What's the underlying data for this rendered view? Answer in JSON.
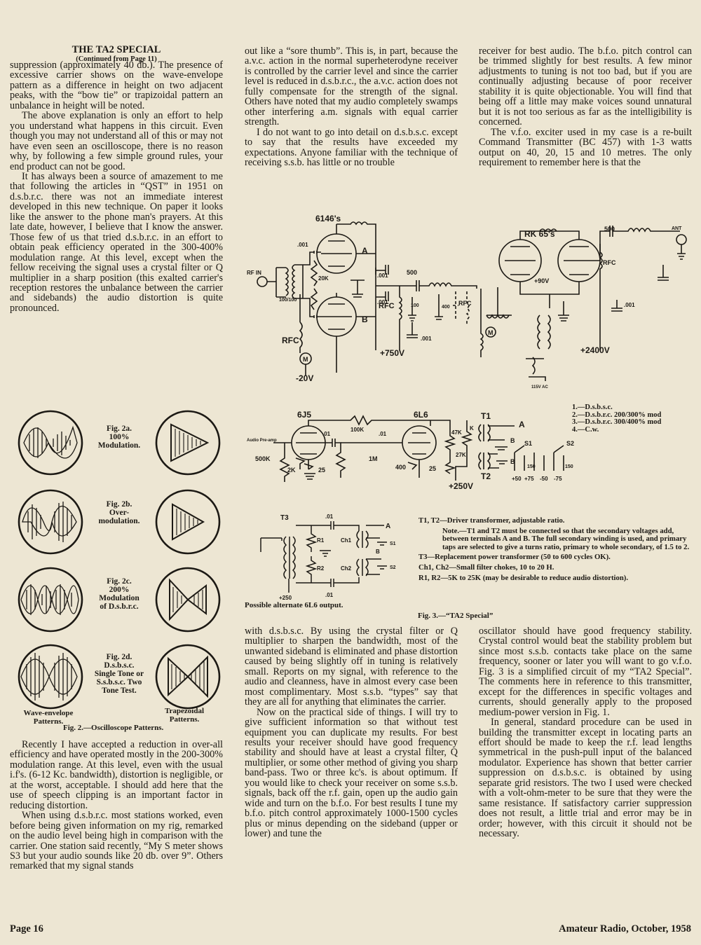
{
  "heading": {
    "title": "THE TA2 SPECIAL",
    "continued": "(Continued from Page 11)"
  },
  "col1": [
    "suppression (approximately 40 db.). The presence of excessive carrier shows on the wave-envelope pattern as a difference in height on two adjacent peaks, with the “bow tie” or trapizoidal pattern an unbalance in height will be noted.",
    "The above explanation is only an effort to help you understand what happens in this circuit. Even though you may not understand all of this or may not have even seen an oscilloscope, there is no reason why, by following a few simple ground rules, your end product can not be good.",
    "It has always been a source of amazement to me that following the articles in “QST” in 1951 on d.s.b.r.c. there was not an immediate interest developed in this new technique. On paper it looks like the answer to the phone man's prayers. At this late date, however, I believe that I know the answer. Those few of us that tried d.s.b.r.c. in an effort to obtain peak efficiency operated in the 300-400% modulation range. At this level, except when the fellow receiving the signal uses a crystal filter or Q multiplier in a sharp position (this exalted carrier's reception restores the unbalance between the carrier and sidebands) the audio distortion is quite pronounced."
  ],
  "col1b": [
    "Recently I have accepted a reduction in over-all efficiency and have operated mostly in the 200-300% modulation range. At this level, even with the usual i.f's. (6-12 Kc. bandwidth), distortion is negligible, or at the worst, acceptable. I should add here that the use of speech clipping is an important factor in reducing distortion.",
    "When using d.s.b.r.c. most stations worked, even before being given information on my rig, remarked on the audio level being high in comparison with the carrier. One station said recently, “My S meter shows S3 but your audio sounds like 20 db. over 9”. Others remarked that my signal stands"
  ],
  "col2a": [
    "out like a “sore thumb”. This is, in part, because the a.v.c. action in the normal superheterodyne receiver is controlled by the carrier level and since the carrier level is reduced in d.s.b.r.c., the a.v.c. action does not fully compensate for the strength of the signal. Others have noted that my audio completely swamps other interfering a.m. signals with equal carrier strength.",
    "I do not want to go into detail on d.s.b.s.c. except to say that the results have exceeded my expectations. Anyone familiar with the technique of receiving s.s.b. has little or no trouble"
  ],
  "col3a": [
    "receiver for best audio. The b.f.o. pitch control can be trimmed slightly for best results. A few minor adjustments to tuning is not too bad, but if you are continually adjusting because of poor receiver stability it is quite objectionable. You will find that being off a little may make voices sound unnatural but it is not too serious as far as the intelligibility is concerned.",
    "The v.f.o. exciter used in my case is a re-built Command Transmitter (BC 457) with 1-3 watts output on 40, 20, 15 and 10 metres. The only requirement to remember here is that the"
  ],
  "col2b": [
    "with d.s.b.s.c. By using the crystal filter or Q multiplier to sharpen the bandwidth, most of the unwanted sideband is eliminated and phase distortion caused by being slightly off in tuning is relatively small. Reports on my signal, with reference to the audio and cleanness, have in almost every case been most complimentary. Most s.s.b. “types” say that they are all for anything that eliminates the carrier.",
    "Now on the practical side of things. I will try to give sufficient information so that without test equipment you can duplicate my results. For best results your receiver should have good frequency stability and should have at least a crystal filter, Q multiplier, or some other method of giving you sharp band-pass. Two or three kc's. is about optimum. If you would like to check your receiver on some s.s.b. signals, back off the r.f. gain, open up the audio gain wide and turn on the b.f.o. For best results I tune my b.f.o. pitch control approximately 1000-1500 cycles plus or minus depending on the sideband (upper or lower) and tune the"
  ],
  "col3b": [
    "oscillator should have good frequency stability. Crystal control would beat the stability problem but since most s.s.b. contacts take place on the same frequency, sooner or later you will want to go v.f.o. Fig. 3 is a simplified circuit of my “TA2 Special”. The comments here in reference to this transmitter, except for the differences in specific voltages and currents, should generally apply to the proposed medium-power version in Fig. 1.",
    "In general, standard procedure can be used in building the transmitter except in locating parts an effort should be made to keep the r.f. lead lengths symmetrical in the push-pull input of the balanced modulator. Experience has shown that better carrier suppression on d.s.b.s.c. is obtained by using separate grid resistors. The two I used were checked with a volt-ohm-meter to be sure that they were the same resistance. If satisfactory carrier suppression does not result, a little trial and error may be in order; however, with this circuit it should not be necessary."
  ],
  "fig2": {
    "a": [
      "Fig. 2a.",
      "100%",
      "Modulation."
    ],
    "b": [
      "Fig. 2b.",
      "Over-",
      "modulation."
    ],
    "c": [
      "Fig. 2c.",
      "200%",
      "Modulation",
      "of D.s.b.r.c."
    ],
    "d": [
      "Fig. 2d.",
      "D.s.b.s.c.",
      "Single Tone or",
      "S.s.b.s.c. Two",
      "Tone Test."
    ],
    "left_label": [
      "Wave-envelope",
      "Patterns."
    ],
    "right_label": [
      "Trapezoidal",
      "Patterns."
    ],
    "caption": "Fig. 2.—Oscilloscope Patterns."
  },
  "schem_top": {
    "tube1": "6146's",
    "tube2": "RK 65's",
    "plate_a": "A",
    "plate_b": "B",
    "rf_in": "RF IN",
    "c001a": ".001",
    "c001b": ".001",
    "c001c": ".001",
    "c001d": ".001",
    "c001e": ".001",
    "r20k": "20K",
    "c100": "100/100",
    "rfc1": "RFC",
    "rfc2": "RFC",
    "rfc3": "RFC",
    "rfc4": "RFC",
    "c500a": "500",
    "c500b": "500",
    "c100b": "100",
    "c400": "400",
    "v750": "+750V",
    "vm20": "-20V",
    "v90": "+90V",
    "v2400": "+2400V",
    "ant": "ANT",
    "ac": "115V AC",
    "m1": "M",
    "m2": "M"
  },
  "schem_mid": {
    "tube_6j5": "6J5",
    "tube_6l6": "6L6",
    "audio_in": "Audio Pre-amp",
    "c01a": ".01",
    "c01b": ".01",
    "r100k": "100K",
    "r500k": "500K",
    "r2k": "2K",
    "c25a": "25",
    "c25b": "25",
    "r1m": "1M",
    "r400": "400",
    "r47k": "47K",
    "r27k": "27K",
    "k": "K",
    "t1": "T1",
    "t2": "T2",
    "a": "A",
    "b1": "B",
    "b2": "B",
    "s1": "S1",
    "s2": "S2",
    "v250": "+250V",
    "v50": "+50",
    "v75": "+75",
    "vm50": "-50",
    "vm75": "-75",
    "t150a": "150",
    "t150b": "150"
  },
  "legend": [
    "1.—D.s.b.s.c.",
    "2.—D.s.b.r.c. 200/300% mod",
    "3.—D.s.b.r.c. 300/400% mod",
    "4.—C.w."
  ],
  "schem_alt": {
    "t3": "T3",
    "c01a": ".01",
    "c01b": ".01",
    "r1": "R1",
    "r2": "R2",
    "ch1": "Ch1",
    "ch2": "Ch2",
    "a": "A",
    "b": "B",
    "s1": "S1",
    "s2": "S2",
    "v250": "+250",
    "caption": "Possible alternate 6L6 output."
  },
  "notes": [
    "T1, T2—Driver transformer, adjustable ratio.",
    "Note.—T1 and T2 must be connected so that the secondary voltages add, between terminals A and B. The full secondary winding is used, and primary taps are selected to give a turns ratio, primary to whole secondary, of 1.5 to 2.",
    "T3—Replacement power transformer (50 to 600 cycles OK).",
    "Ch1, Ch2—Small filter chokes, 10 to 20 H.",
    "R1, R2—5K to 25K (may be desirable to reduce audio distortion)."
  ],
  "fig3_caption": "Fig. 3.—“TA2 Special”",
  "footer": {
    "page": "Page 16",
    "magazine": "Amateur Radio, October, 1958"
  }
}
